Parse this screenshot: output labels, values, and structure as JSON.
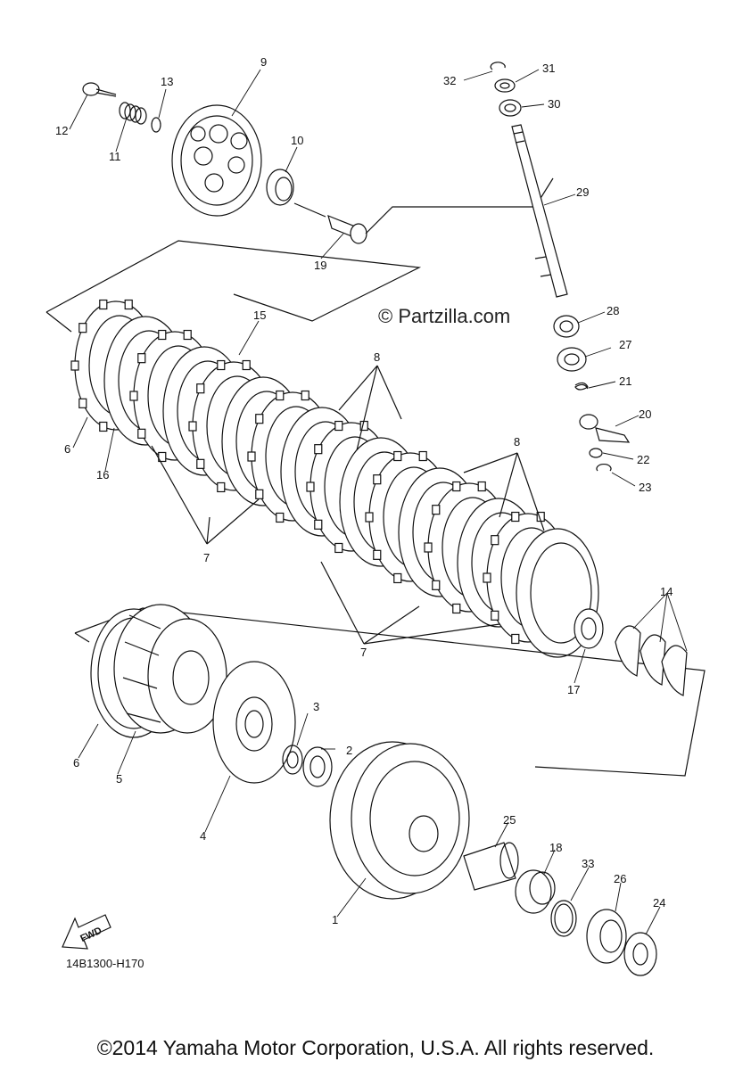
{
  "watermark": "© Partzilla.com",
  "drawing_code": "14B1300-H170",
  "copyright": "©2014 Yamaha Motor Corporation, U.S.A. All rights reserved.",
  "fwd_label": "FWD",
  "callouts": [
    {
      "id": "1",
      "label": "1"
    },
    {
      "id": "2",
      "label": "2"
    },
    {
      "id": "3",
      "label": "3"
    },
    {
      "id": "4",
      "label": "4"
    },
    {
      "id": "5",
      "label": "5"
    },
    {
      "id": "6a",
      "label": "6"
    },
    {
      "id": "6b",
      "label": "6"
    },
    {
      "id": "7a",
      "label": "7"
    },
    {
      "id": "7b",
      "label": "7"
    },
    {
      "id": "8a",
      "label": "8"
    },
    {
      "id": "8b",
      "label": "8"
    },
    {
      "id": "9",
      "label": "9"
    },
    {
      "id": "10",
      "label": "10"
    },
    {
      "id": "11",
      "label": "11"
    },
    {
      "id": "12",
      "label": "12"
    },
    {
      "id": "13",
      "label": "13"
    },
    {
      "id": "14",
      "label": "14"
    },
    {
      "id": "15",
      "label": "15"
    },
    {
      "id": "16",
      "label": "16"
    },
    {
      "id": "17",
      "label": "17"
    },
    {
      "id": "18",
      "label": "18"
    },
    {
      "id": "19",
      "label": "19"
    },
    {
      "id": "20",
      "label": "20"
    },
    {
      "id": "21",
      "label": "21"
    },
    {
      "id": "22",
      "label": "22"
    },
    {
      "id": "23",
      "label": "23"
    },
    {
      "id": "24",
      "label": "24"
    },
    {
      "id": "25",
      "label": "25"
    },
    {
      "id": "26",
      "label": "26"
    },
    {
      "id": "27",
      "label": "27"
    },
    {
      "id": "28",
      "label": "28"
    },
    {
      "id": "29",
      "label": "29"
    },
    {
      "id": "30",
      "label": "30"
    },
    {
      "id": "31",
      "label": "31"
    },
    {
      "id": "32",
      "label": "32"
    },
    {
      "id": "33",
      "label": "33"
    }
  ]
}
